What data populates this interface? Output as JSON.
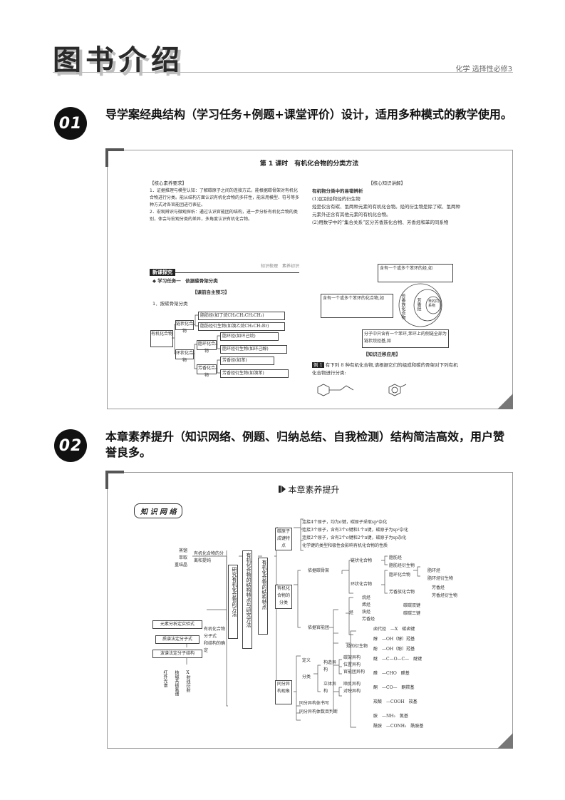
{
  "header": {
    "logo": "图书介绍",
    "subtitle": "化学 选择性必修3"
  },
  "section1": {
    "number": "01",
    "title": "导学案经典结构（学习任务+例题+课堂评价）设计，适用多种模式的教学使用。",
    "lesson_title": "第 1 课时　有机化合物的分类方法",
    "left": {
      "heading": "【核心素养要求】",
      "p1": "1．证据推理与模型认知：了解碳原子之间的连接方式，能根据碳骨架对有机化合物进行分类。能从结构方面认识有机化合物的多样性，能采用模型、符号等多种方式对各官能团进行表征。",
      "p2": "2．宏观辨识与微观探析：通过认识官能团的结构，进一步分析有机化合物的类别，体会与宏观分类的差异，多角度认识有机化合物。",
      "bar": "新课探究",
      "bar_right": "知识梳理　素养初识",
      "task": "◆ 学习任务一　依据碳骨架分类",
      "preview": "【课前自主预习】",
      "item1": "1．按碳骨架分类",
      "tree": {
        "root": "有机化合物",
        "chain": "链状化合物",
        "ring": "环状化合物",
        "aliphatic": "脂肪烃(如丁烷CH₃CH₂CH₂CH₃)",
        "aliphatic_deriv": "脂肪烃衍生物(如溴乙烷CH₃CH₂Br)",
        "alicyclic_group": "脂环化合物",
        "cycloalkane": "脂环烃(如环己烷)",
        "alicyclic_deriv": "脂环烃衍生物(如环己醇)",
        "aromatic_group": "芳香化合物",
        "aromatic": "芳香烃(如苯)",
        "aromatic_deriv": "芳香烃衍生物(如溴苯)"
      }
    },
    "right": {
      "heading": "【核心知识讲解】",
      "sub": "有机物分类中的易错辨析",
      "p1": "(1)区别烃和烃的衍生物",
      "p2": "烃是仅含有碳、氢两种元素的有机化合物。烃的衍生物是除了碳、氢两种元素外还含有其他元素的有机化合物。",
      "p3": "(2)用数学中的“集合关系”区分芳香族化合物、芳香烃和苯的同系物",
      "venn_top": "含有一个或多个苯环的烃,如",
      "venn_left": "含有一个或多个苯环的化合物,如",
      "venn_bottom": "分子中只含有一个苯环,苯环上的侧链全部为链状烷烃基,如",
      "c_outer": "芳香族化合物",
      "c_mid": "芳香烃",
      "c_inner": "苯的同系物",
      "apply": "【知识迁移应用】",
      "example_label": "例 1",
      "example": "有下列 8 种有机化合物,请根据它们的组成和碳的骨架对下列有机化合物进行分类:"
    }
  },
  "section2": {
    "number": "02",
    "title": "本章素养提升（知识网络、例题、归纳总结、自我检测）结构简洁高效，用户赞誉良多。",
    "page_title": "本章素养提升",
    "tag": "知 识 网 络",
    "map": {
      "left_words": [
        "蒸馏",
        "萃取",
        "重结晶"
      ],
      "left_note": "有机化合物的分离和提纯",
      "v1": "研究有机化合物的方法",
      "v2": "有机化合物的结构特点与研究方法",
      "v3": "有机化合物的结构特点",
      "steps": [
        "元素分析定实验式",
        "质谱法定分子式",
        "波谱法定分子结构"
      ],
      "step_note1": "有机化合物分子式",
      "step_note2": "和结构的确定",
      "spectra": [
        "红外光谱",
        "核磁共振氢谱",
        "X射线衍射"
      ],
      "bond_box": "碳原子成键特点",
      "bonds": [
        "连接4个原子，均为σ键，碳原子采取sp³杂化",
        "连接3个原子，含有3个σ键和1个π键，碳原子为sp²杂化",
        "连接2个原子，含有2个σ键和2个π键，碳原子为sp杂化",
        "化学键的类型和极性会影响有机化合物的性质"
      ],
      "class_box": "有机化合物的分类",
      "by_skeleton": "依据碳骨架",
      "chain": "链状化合物",
      "chain_items": [
        "脂肪烃",
        "脂肪烃衍生物"
      ],
      "ring": "环状化合物",
      "alicyclic": "脂环化合物",
      "alicyclic_items": [
        "脂环烃",
        "脂环烃衍生物"
      ],
      "aromatic": "芳香族化合物",
      "aromatic_items": [
        "芳香烃",
        "芳香烃衍生物"
      ],
      "by_fg": "依据官能团",
      "hydrocarbon": "烃",
      "hc_items": [
        "烷烃",
        "烯烃",
        "炔烃",
        "芳香烃"
      ],
      "hc_notes": [
        "碳碳双键",
        "碳碳三键"
      ],
      "derivs": "烃的衍生物",
      "deriv_items": [
        "卤代烃　—X　碳卤键",
        "醇　—OH（醇）羟基",
        "酚　—OH（酚）羟基",
        "醚　—C—O—C—　醚键",
        "醛　—CHO　醛基",
        "酮　—CO—　酮羰基",
        "羧酸　—COOH　羧基",
        "胺　—NH₂　氨基",
        "酰胺　—CONH₂　酰胺基"
      ],
      "iso_box": "同分异构现象",
      "def": "定义",
      "classify": "分类",
      "structural": "构造异构",
      "structural_items": [
        "碳架异构",
        "位置异构",
        "官能团异构"
      ],
      "stereo": "立体异构",
      "stereo_items": [
        "顺反异构",
        "对映异构"
      ],
      "writing": "同分异构体书写",
      "counting": "同分异构体数目判断"
    }
  }
}
